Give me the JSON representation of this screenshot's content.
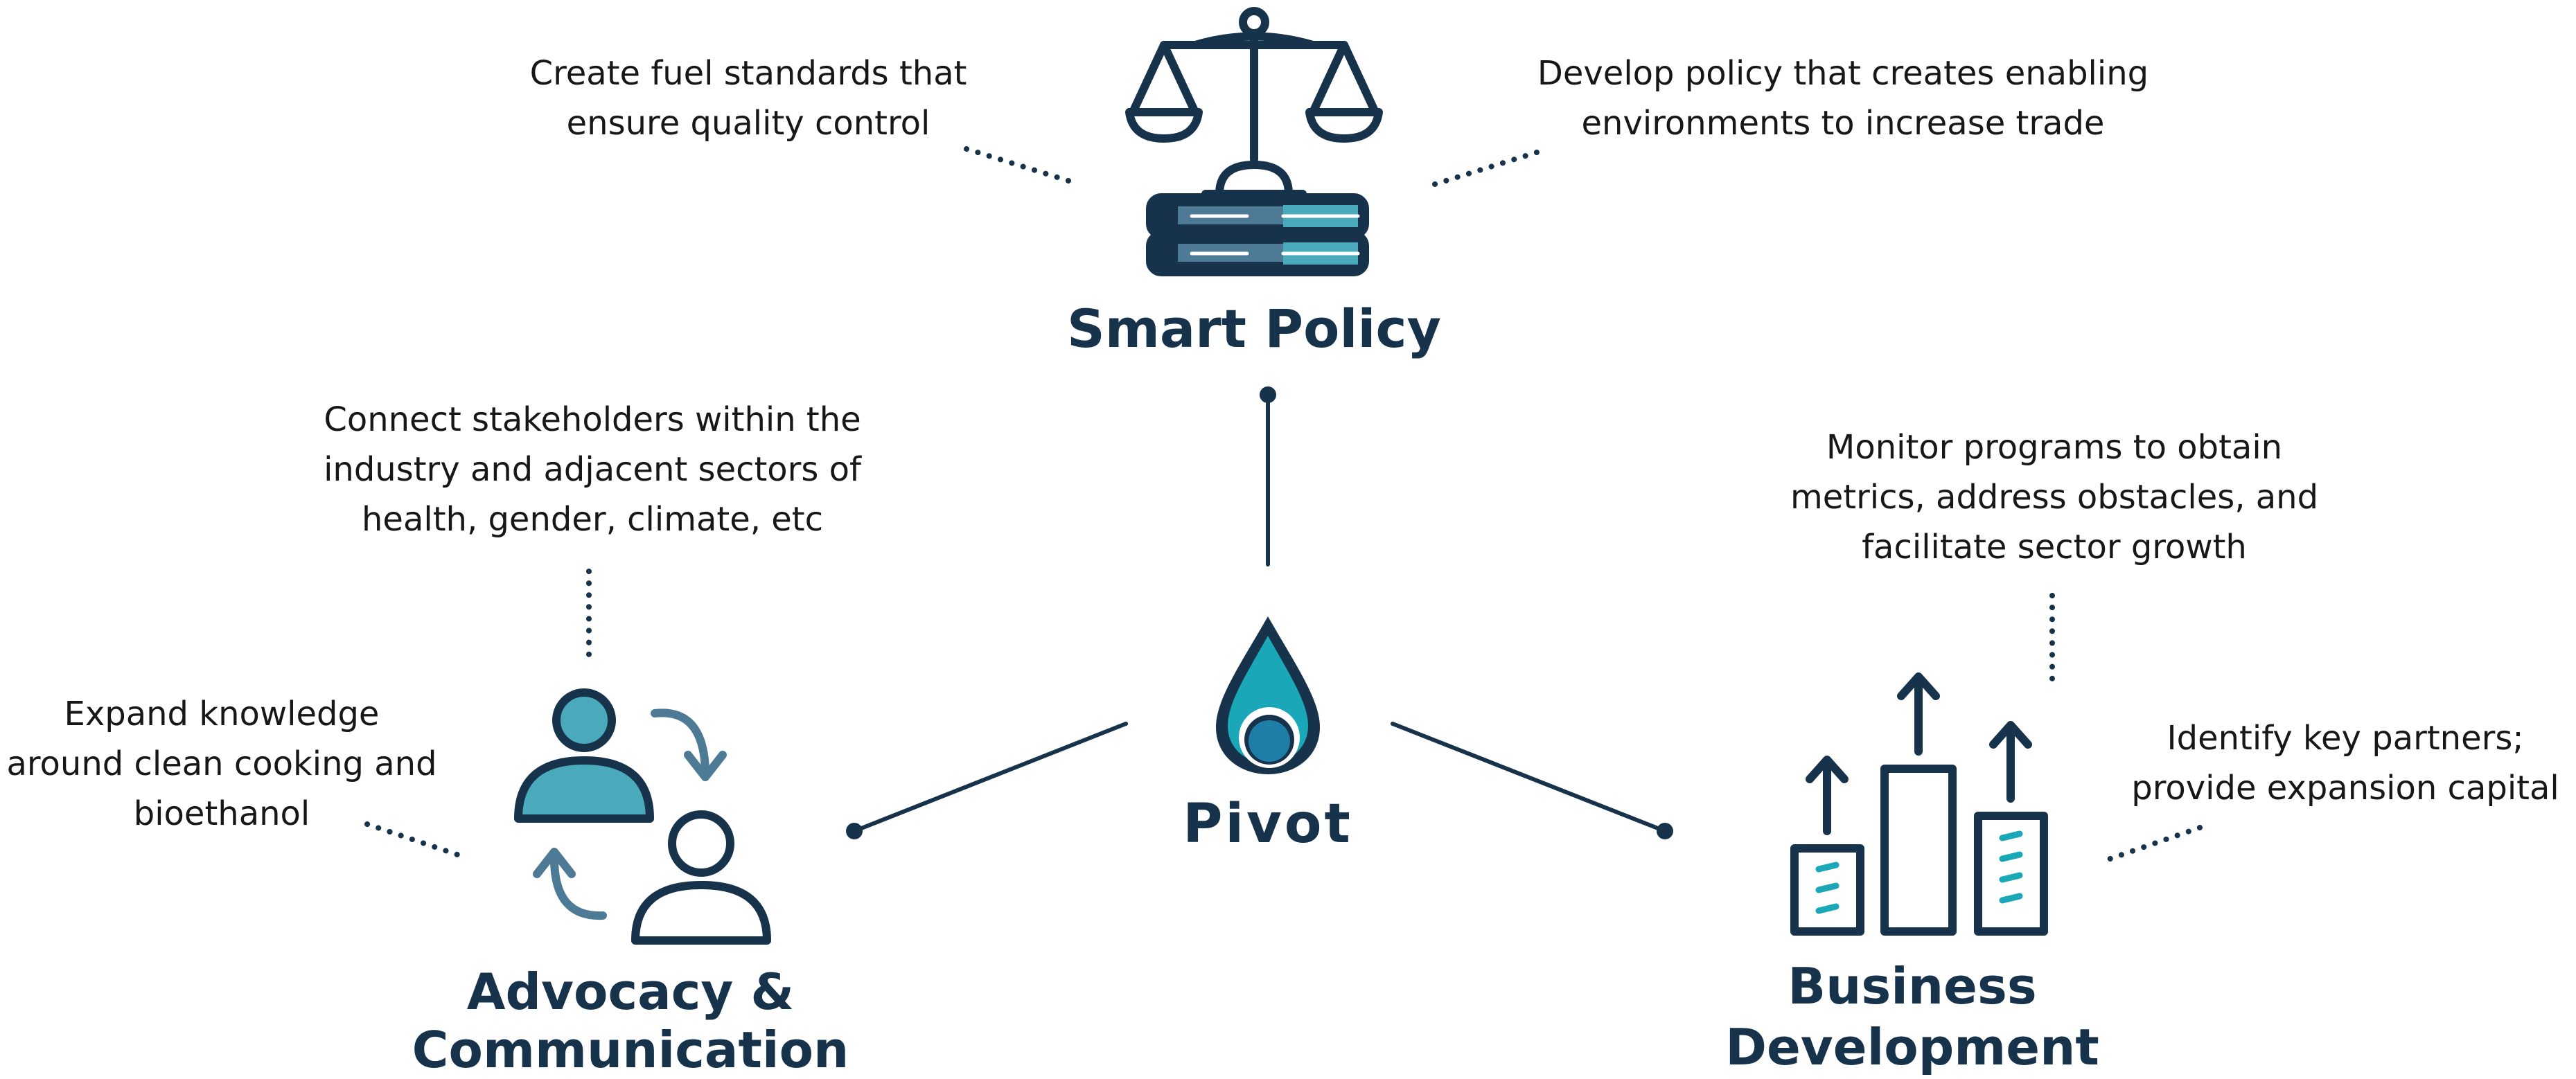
{
  "center": {
    "label": "Pivot"
  },
  "smart_policy": {
    "title": "Smart Policy",
    "note_left": "Create fuel standards that\nensure quality control",
    "note_right": "Develop policy that creates enabling\nenvironments to increase trade"
  },
  "advocacy": {
    "title": "Advocacy &\nCommunication",
    "note_top": "Connect stakeholders within the\nindustry and adjacent sectors of\nhealth, gender, climate, etc",
    "note_left": "Expand knowledge\naround clean cooking and\nbioethanol"
  },
  "business": {
    "title": "Business\nDevelopment",
    "note_top": "Monitor programs to obtain\nmetrics, address obstacles, and\nfacilitate sector growth",
    "note_right": "Identify key partners;\nprovide expansion capital"
  },
  "colors": {
    "navy": "#17324b",
    "teal": "#1aa7b8",
    "mid_teal": "#4aa9ba",
    "slate_blue": "#4d7a94"
  },
  "icons": {
    "policy": "scales-of-justice-on-books-icon",
    "center": "fuel-drop-icon",
    "advocacy": "two-people-exchange-icon",
    "business": "growth-bar-chart-icon"
  }
}
